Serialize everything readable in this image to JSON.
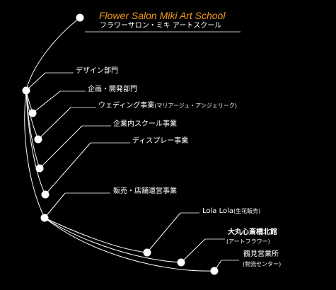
{
  "title": "Flower Salon Miki Art School",
  "subtitle": "フラワーサロン・ミキ アートスクール",
  "departments": [
    "デザイン部門",
    "企画・開発部門",
    "ウェディング事業",
    "企業内スクール事業",
    "ディスプレー事業",
    "販売・店舗運営事業"
  ],
  "wedding_note": "(マリアージュ・アンジェリーク)",
  "shops": [
    {
      "name": "Lola Lola",
      "note": "(生花販売)"
    },
    {
      "name": "大丸心斎橋北館",
      "note": "(アートフラワー)"
    },
    {
      "name": "鶴見営業所",
      "note": "(物流センター)"
    }
  ],
  "colors": {
    "background": "#000000",
    "line": "#ffffff",
    "title": "#f39a1e"
  }
}
